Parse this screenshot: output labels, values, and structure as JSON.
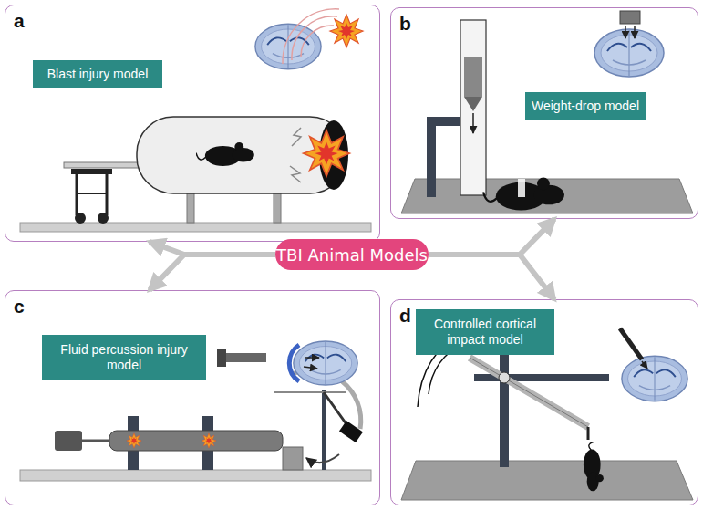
{
  "diagram": {
    "nodes": [
      {
        "text": [
          "a"
        ]
      },
      {
        "text": [
          "Blast injury model"
        ],
        "in": 0
      },
      {
        "text": [
          "b"
        ]
      },
      {
        "text": [
          "Weight-drop model"
        ],
        "in": 2
      },
      {
        "text": [
          "TBI Animal Models"
        ]
      },
      {
        "text": [
          "c"
        ]
      },
      {
        "text": [
          "Fluid percussion injury model"
        ],
        "in": 5
      },
      {
        "text": [
          "d"
        ]
      },
      {
        "text": [
          "Controlled cortical impact model"
        ],
        "in": 7
      }
    ],
    "edges": [
      {
        "from": 4,
        "to": 0,
        "arrow": "to"
      },
      {
        "from": 4,
        "to": 2,
        "arrow": "to"
      },
      {
        "from": 4,
        "to": 5,
        "arrow": "to"
      },
      {
        "from": 4,
        "to": 7,
        "arrow": "to"
      }
    ]
  }
}
